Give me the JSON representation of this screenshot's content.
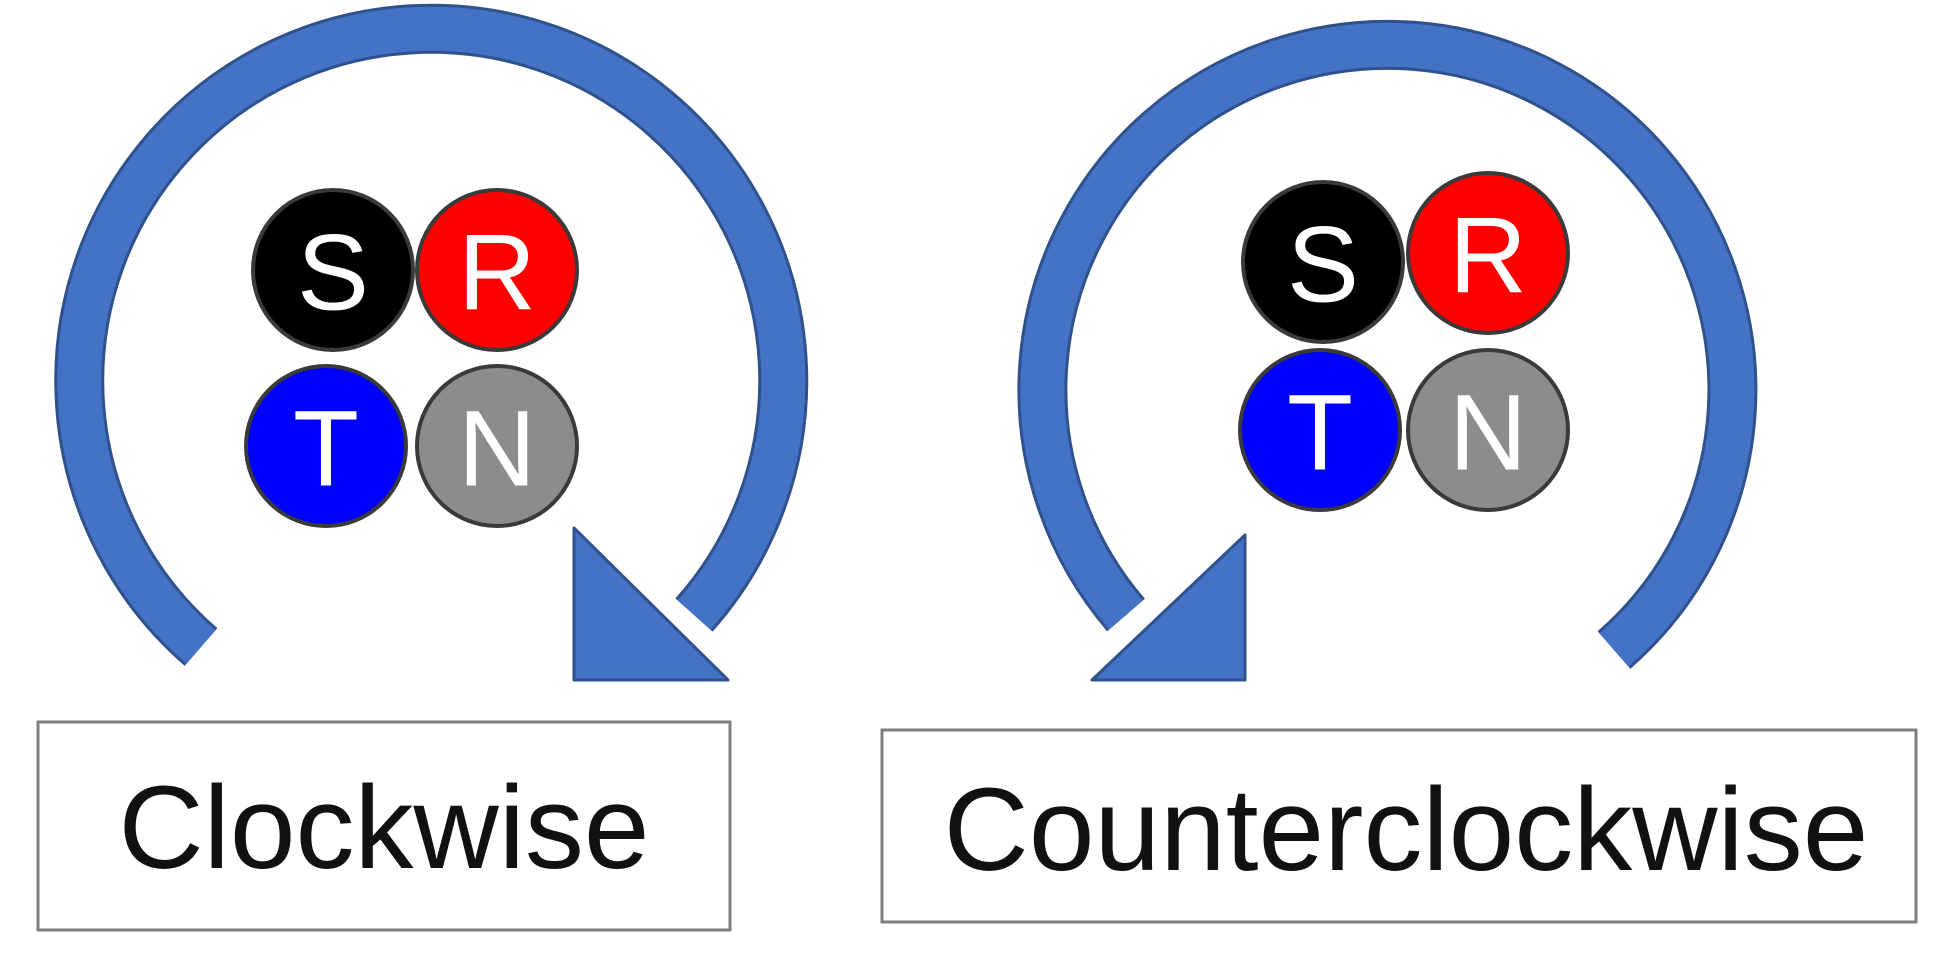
{
  "colors": {
    "arrow": "#4472c4",
    "arrow_outline": "#2f528f",
    "disc_outline": "#3a3a3a",
    "caption_border": "#7f7f7f",
    "caption_text": "#111111"
  },
  "panels": [
    {
      "caption": "Clockwise",
      "direction": "clockwise",
      "icon": "clockwise-arrow-icon",
      "discs": [
        {
          "letter": "S",
          "fill": "#000000",
          "text_color": "#ffffff"
        },
        {
          "letter": "R",
          "fill": "#ff0000",
          "text_color": "#ffffff"
        },
        {
          "letter": "T",
          "fill": "#0000ff",
          "text_color": "#ffffff"
        },
        {
          "letter": "N",
          "fill": "#8c8c8c",
          "text_color": "#ffffff"
        }
      ]
    },
    {
      "caption": "Counterclockwise",
      "direction": "counterclockwise",
      "icon": "counterclockwise-arrow-icon",
      "discs": [
        {
          "letter": "S",
          "fill": "#000000",
          "text_color": "#ffffff"
        },
        {
          "letter": "R",
          "fill": "#ff0000",
          "text_color": "#ffffff"
        },
        {
          "letter": "T",
          "fill": "#0000ff",
          "text_color": "#ffffff"
        },
        {
          "letter": "N",
          "fill": "#8c8c8c",
          "text_color": "#ffffff"
        }
      ]
    }
  ]
}
